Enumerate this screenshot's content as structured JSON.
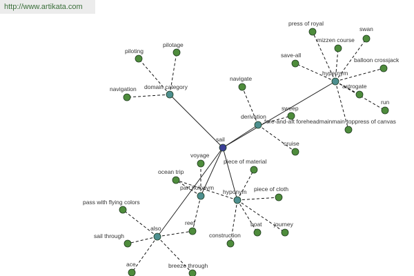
{
  "header": {
    "url": "http://www.artikata.com"
  },
  "colors": {
    "root": "#3b3f96",
    "hub": "#4d8f8f",
    "leaf": "#4e8c3c"
  },
  "graph": {
    "nodes": [
      {
        "id": "sail",
        "label": "sail",
        "kind": "root"
      },
      {
        "id": "domain_category",
        "label": "domain category",
        "kind": "hub"
      },
      {
        "id": "derivation",
        "label": "derivation",
        "kind": "hub"
      },
      {
        "id": "hypernym_top",
        "label": "hypernym",
        "kind": "hub"
      },
      {
        "id": "part_holonym",
        "label": "part holonym",
        "kind": "hub"
      },
      {
        "id": "hyponym_mid",
        "label": "hyponym",
        "kind": "hub"
      },
      {
        "id": "also",
        "label": "also",
        "kind": "hub"
      },
      {
        "id": "piloting",
        "label": "piloting",
        "kind": "leaf"
      },
      {
        "id": "pilotage",
        "label": "pilotage",
        "kind": "leaf"
      },
      {
        "id": "navigation",
        "label": "navigation",
        "kind": "leaf"
      },
      {
        "id": "navigate",
        "label": "navigate",
        "kind": "leaf"
      },
      {
        "id": "sweep",
        "label": "sweep",
        "kind": "leaf"
      },
      {
        "id": "cruise",
        "label": "cruise",
        "kind": "leaf"
      },
      {
        "id": "press_of_royal",
        "label": "press of royal",
        "kind": "leaf"
      },
      {
        "id": "mizzen_course",
        "label": "mizzen course",
        "kind": "leaf"
      },
      {
        "id": "swan",
        "label": "swan",
        "kind": "leaf"
      },
      {
        "id": "save_all",
        "label": "save-all",
        "kind": "leaf"
      },
      {
        "id": "balloon_crossjack",
        "label": "balloon crossjack",
        "kind": "leaf"
      },
      {
        "id": "astrogate",
        "label": "astrogate",
        "kind": "leaf"
      },
      {
        "id": "run",
        "label": "run",
        "kind": "leaf"
      },
      {
        "id": "fore_and_aft",
        "label": "fore-and-aft foreheadmainmain-toppress of canvas",
        "kind": "leaf"
      },
      {
        "id": "voyage",
        "label": "voyage",
        "kind": "leaf"
      },
      {
        "id": "piece_of_material",
        "label": "piece of material",
        "kind": "leaf"
      },
      {
        "id": "ocean_trip",
        "label": "ocean trip",
        "kind": "leaf"
      },
      {
        "id": "piece_of_cloth",
        "label": "piece of cloth",
        "kind": "leaf"
      },
      {
        "id": "reef",
        "label": "reef",
        "kind": "leaf"
      },
      {
        "id": "construction",
        "label": "construction",
        "kind": "leaf"
      },
      {
        "id": "boat",
        "label": "boat",
        "kind": "leaf"
      },
      {
        "id": "journey",
        "label": "journey",
        "kind": "leaf"
      },
      {
        "id": "pass_with_flying_colors",
        "label": "pass with flying colors",
        "kind": "leaf"
      },
      {
        "id": "sail_through",
        "label": "sail through",
        "kind": "leaf"
      },
      {
        "id": "ace",
        "label": "ace",
        "kind": "leaf"
      },
      {
        "id": "breeze_through",
        "label": "breeze through",
        "kind": "leaf"
      }
    ],
    "edges": [
      {
        "from": "sail",
        "to": "domain_category",
        "style": "solid"
      },
      {
        "from": "sail",
        "to": "derivation",
        "style": "solid"
      },
      {
        "from": "sail",
        "to": "hypernym_top",
        "style": "solid"
      },
      {
        "from": "sail",
        "to": "part_holonym",
        "style": "solid"
      },
      {
        "from": "sail",
        "to": "hyponym_mid",
        "style": "solid"
      },
      {
        "from": "sail",
        "to": "also",
        "style": "solid"
      },
      {
        "from": "domain_category",
        "to": "piloting",
        "style": "dashed"
      },
      {
        "from": "domain_category",
        "to": "pilotage",
        "style": "dashed"
      },
      {
        "from": "domain_category",
        "to": "navigation",
        "style": "dashed"
      },
      {
        "from": "derivation",
        "to": "navigate",
        "style": "dashed"
      },
      {
        "from": "derivation",
        "to": "sweep",
        "style": "dashed"
      },
      {
        "from": "derivation",
        "to": "cruise",
        "style": "dashed"
      },
      {
        "from": "hypernym_top",
        "to": "press_of_royal",
        "style": "dashed"
      },
      {
        "from": "hypernym_top",
        "to": "mizzen_course",
        "style": "dashed"
      },
      {
        "from": "hypernym_top",
        "to": "swan",
        "style": "dashed"
      },
      {
        "from": "hypernym_top",
        "to": "save_all",
        "style": "dashed"
      },
      {
        "from": "hypernym_top",
        "to": "balloon_crossjack",
        "style": "dashed"
      },
      {
        "from": "hypernym_top",
        "to": "astrogate",
        "style": "dashed"
      },
      {
        "from": "hypernym_top",
        "to": "run",
        "style": "dashed"
      },
      {
        "from": "hypernym_top",
        "to": "fore_and_aft",
        "style": "dashed"
      },
      {
        "from": "part_holonym",
        "to": "voyage",
        "style": "dashed"
      },
      {
        "from": "part_holonym",
        "to": "ocean_trip",
        "style": "dashed"
      },
      {
        "from": "part_holonym",
        "to": "reef",
        "style": "dashed"
      },
      {
        "from": "hyponym_mid",
        "to": "piece_of_material",
        "style": "dashed"
      },
      {
        "from": "hyponym_mid",
        "to": "piece_of_cloth",
        "style": "dashed"
      },
      {
        "from": "hyponym_mid",
        "to": "construction",
        "style": "dashed"
      },
      {
        "from": "hyponym_mid",
        "to": "boat",
        "style": "dashed"
      },
      {
        "from": "hyponym_mid",
        "to": "journey",
        "style": "dashed"
      },
      {
        "from": "hyponym_mid",
        "to": "ocean_trip",
        "style": "dashed"
      },
      {
        "from": "also",
        "to": "pass_with_flying_colors",
        "style": "dashed"
      },
      {
        "from": "also",
        "to": "sail_through",
        "style": "dashed"
      },
      {
        "from": "also",
        "to": "ace",
        "style": "dashed"
      },
      {
        "from": "also",
        "to": "breeze_through",
        "style": "dashed"
      },
      {
        "from": "also",
        "to": "reef",
        "style": "dashed"
      }
    ]
  }
}
